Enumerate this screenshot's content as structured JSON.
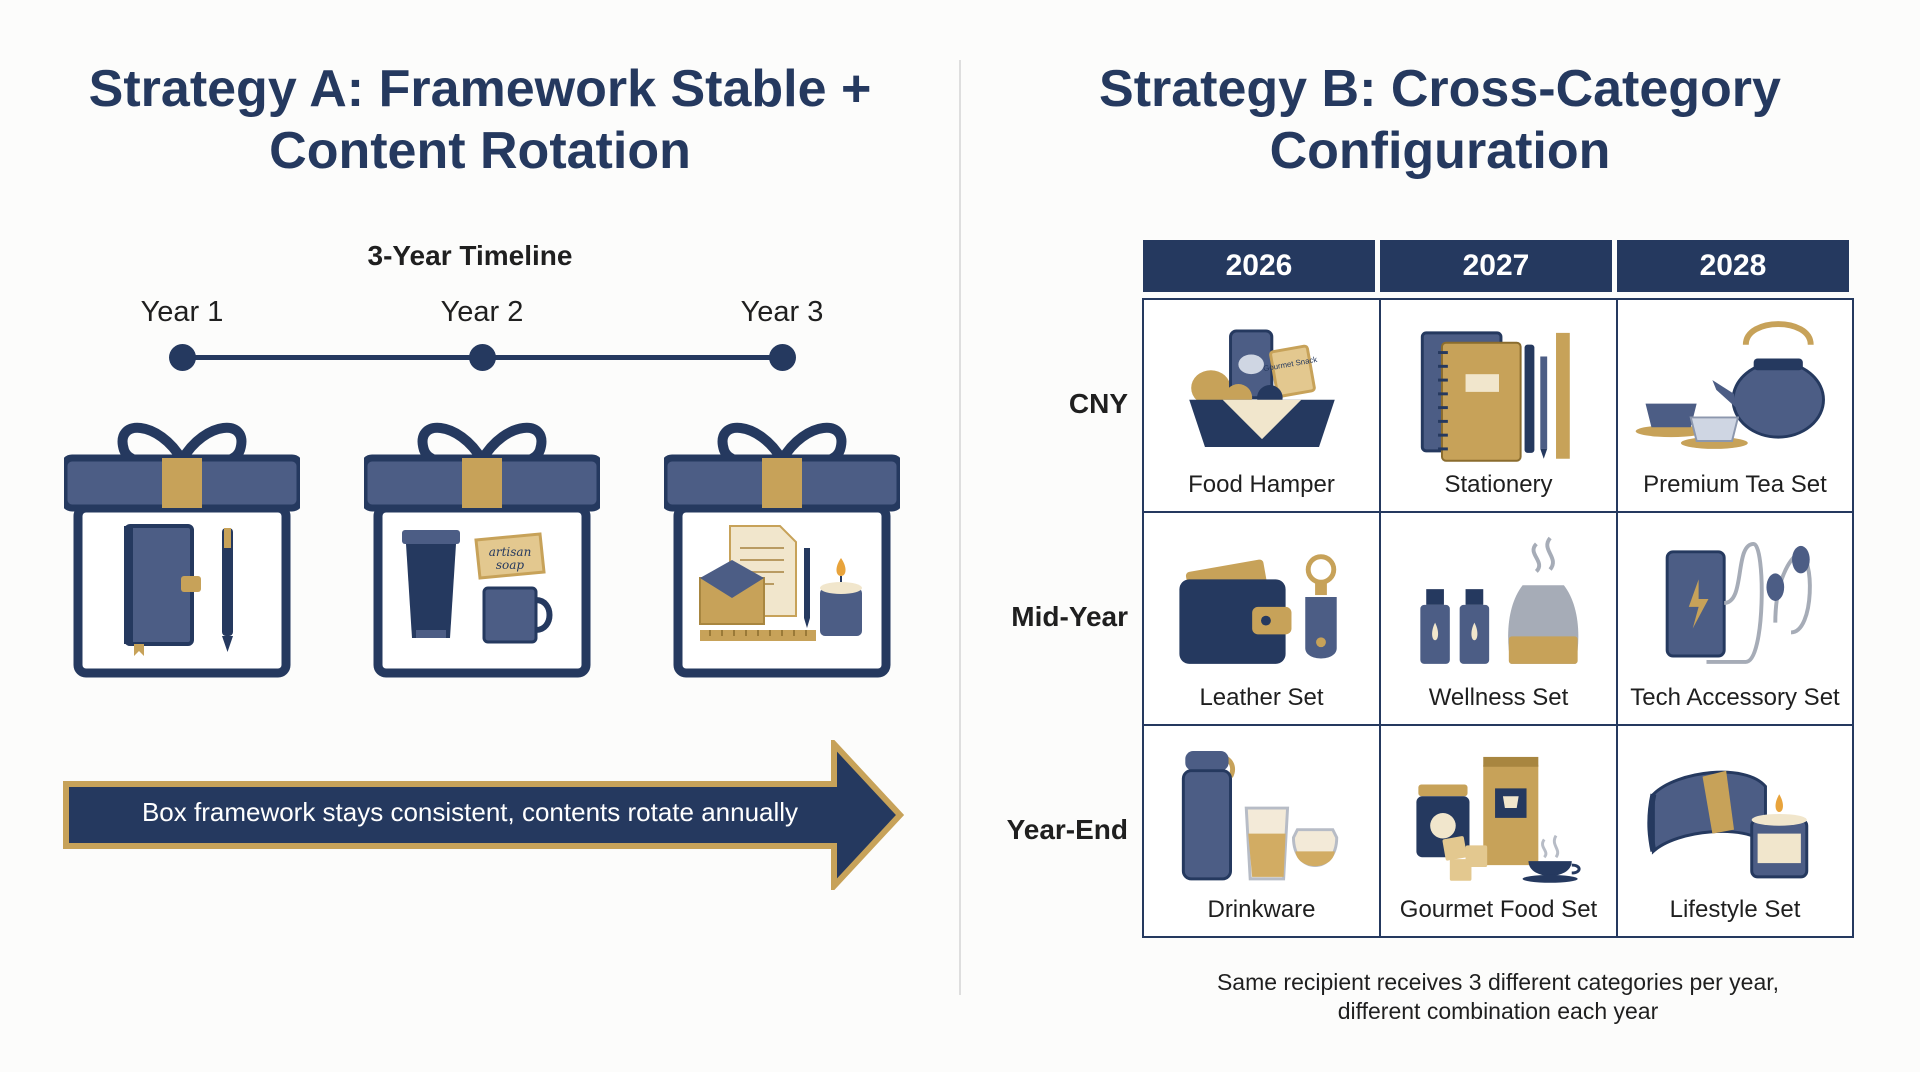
{
  "strategy_a": {
    "title_line1": "Strategy A: Framework Stable +",
    "title_line2": "Content Rotation",
    "timeline_title": "3-Year Timeline",
    "years": [
      "Year 1",
      "Year 2",
      "Year 3"
    ],
    "gift_contents": [
      {
        "items": [
          "notebook-icon",
          "pen-icon"
        ]
      },
      {
        "items": [
          "tumbler-icon",
          "soap-icon",
          "mug-icon"
        ],
        "soap_text_line1": "artisan",
        "soap_text_line2": "soap"
      },
      {
        "items": [
          "letter-icon",
          "envelope-icon",
          "candle-icon",
          "ruler-icon"
        ]
      }
    ],
    "banner_text": "Box framework stays consistent, contents rotate annually"
  },
  "strategy_b": {
    "title_line1": "Strategy B: Cross-Category",
    "title_line2": "Configuration",
    "columns": [
      "2026",
      "2027",
      "2028"
    ],
    "rows": [
      {
        "label": "CNY",
        "cells": [
          {
            "label": "Food Hamper",
            "icon": "food-hamper-icon",
            "tag_text": "Gourmet Snack"
          },
          {
            "label": "Stationery",
            "icon": "stationery-icon"
          },
          {
            "label": "Premium Tea Set",
            "icon": "tea-set-icon"
          }
        ]
      },
      {
        "label": "Mid-Year",
        "cells": [
          {
            "label": "Leather Set",
            "icon": "leather-wallet-icon"
          },
          {
            "label": "Wellness Set",
            "icon": "diffuser-icon"
          },
          {
            "label": "Tech Accessory Set",
            "icon": "power-bank-icon"
          }
        ]
      },
      {
        "label": "Year-End",
        "cells": [
          {
            "label": "Drinkware",
            "icon": "drinkware-icon"
          },
          {
            "label": "Gourmet Food Set",
            "icon": "gourmet-food-icon"
          },
          {
            "label": "Lifestyle Set",
            "icon": "blanket-candle-icon"
          }
        ]
      }
    ],
    "footnote_line1": "Same recipient receives 3 different categories per year,",
    "footnote_line2": "different combination each year"
  },
  "colors": {
    "navy": "#25395f",
    "gold": "#c7a259",
    "slate": "#4c5d85",
    "cream": "#f1e6cc",
    "background": "#fcfcfb"
  }
}
